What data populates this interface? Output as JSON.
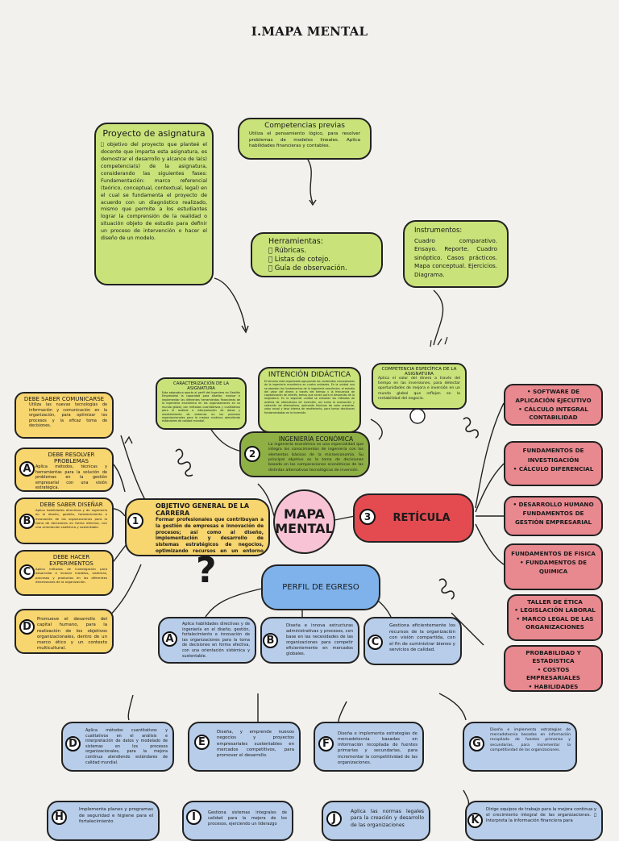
{
  "title": "I.MAPA MENTAL",
  "proyecto": {
    "title": "Proyecto de asignatura",
    "body": "\u0000 objetivo del proyecto que planteé el docente que imparta esta asignatura, es demostrar el desarrollo y alcance de la(s) competencia(s) de la asignatura, considerando las siguientes fases: Fundamentación: marco referencial (teórico, conceptual, contextual, legal) en el cual se fundamenta el proyecto de acuerdo con un diagnóstico realizado, mismo que permite a los estudiantes lograr la comprensión de la realidad o situación objeto de estudio para definir un proceso de intervención o hacer el diseño de un modelo."
  },
  "competencias": {
    "title": "Competencias previas",
    "body": "Utiliza el pensamiento lógico, para resolver problemas de modelos lineales. Aplica habilidades financieras y contables."
  },
  "herramientas": {
    "title": "Herramientas:",
    "items": [
      "\u0000 Rúbricas.",
      "\u0000 Listas de cotejo.",
      "\u0000 Guía de observación."
    ]
  },
  "instrumentos": {
    "title": "Instrumentos:",
    "body": "Cuadro comparativo. Ensayo. Reporte. Cuadro sinóptico. Casos prácticos. Mapa conceptual. Ejercicios. Diagrama."
  },
  "caracterizacion": {
    "title": "CARACTERIZACIÓN DE LA ASIGNATURA",
    "body": "Esta asignatura aporta al perfil del Ingeniero en Gestión Empresarial la capacidad para diseñar, innovar e implementar las diferentes herramientas financieras de la ingeniería económica en las organizaciones en su mundo global, con métodos cuantitativos y cualitativos para el análisis e interpretación de datos y modelamiento de sistemas en los procesos organizacionales para la mejora continua atendiendo estándares de calidad mundial."
  },
  "intencion": {
    "title": "INTENCIÓN DIDÁCTICA",
    "body": "El temario está organizado agrupando los contenidos conceptuales de la ingeniería económica en cuatro unidades. En la unidad uno se abordan los fundamentos de la ingeniería económica, el estudio del valor del dinero a través del tiempo y la frecuencia de capitalización de interés, temas que sirven para el desarrollo de la asignatura. En la segunda unidad se estudian los métodos de análisis de alternativas de inversión, así como la evaluación y selección de alternativas, aplicando técnicas de valor presente, valor anual y tasa interna de rendimiento, para tomar decisiones fundamentadas en la inversión."
  },
  "competencia_esp": {
    "title": "COMPETENCIA ESPECÍFICA DE LA ASIGNATURA",
    "body": "Aplica el valor del dinero a través del tiempo en las inversiones, para detectar oportunidades de mejora e inversión en un mundo global que reflejen en la rentabilidad del negocio."
  },
  "ingenieria": {
    "num": "2",
    "title": "INGENIERÍA ECONÓMICA",
    "body": "La ingeniería económica es una especialidad que integra los conocimientos de ingeniería con los elementos básicos de la microeconomía. Su principal objetivo es la toma de decisiones basada en las comparaciones económicas de las distintas alternativas tecnológicas de inversión."
  },
  "center": {
    "line1": "MAPA",
    "line2": "MENTAL"
  },
  "objetivo": {
    "num": "1",
    "title": "OBJETIVO GENERAL DE LA CARRERA",
    "body": "Formar profesionales que contribuyan a la gestión de empresas e innovación de procesos; así como al diseño, implementación y desarrollo de sistemas estratégicos de negocios, optimizando recursos en un entorno global, con ética y responsabilidad social."
  },
  "reticula": {
    "num": "3",
    "title": "RETÍCULA"
  },
  "perfil": {
    "title": "PERFIL DE EGRESO"
  },
  "question": "?",
  "left_boxes": [
    {
      "letter": "",
      "title": "DEBE SABER COMUNICARSE",
      "body": "Utiliza las nuevas tecnologías de información y comunicación en la organización, para optimizar los procesos y la eficaz toma de decisiones."
    },
    {
      "letter": "A",
      "title": "DEBE RESOLVER PROBLEMAS",
      "body": "Aplica métodos, técnicas y herramientas para la solución de problemas en la gestión empresarial con una visión estratégica."
    },
    {
      "letter": "B",
      "title": "DEBE SABER DISEÑAR",
      "body": "Aplica habilidades directivas y de ingeniería en el diseño, gestión, fortalecimiento e innovación de las organizaciones para la toma de decisiones en forma efectiva, con una orientación sistémica y sustentable."
    },
    {
      "letter": "C",
      "title": "DEBE HACER EXPERIMENTOS",
      "body": "Aplica métodos de investigación para desarrollar e innovar modelos, sistemas, procesos y productos en las diferentes dimensiones de la organización."
    },
    {
      "letter": "D",
      "title": "",
      "body": "Promueve el desarrollo del capital humano, para la realización de los objetivos organizacionales, dentro de un marco ético y un contexto multicultural."
    }
  ],
  "reticula_items": [
    [
      "SOFTWARE DE APLICACIÓN EJECUTIVO",
      "CÁLCULO INTEGRAL",
      "CONTABILIDAD"
    ],
    [
      "FUNDAMENTOS DE INVESTIGACIÓN",
      "CÁLCULO DIFERENCIAL"
    ],
    [
      "DESARROLLO HUMANO",
      "FUNDAMENTOS DE GESTIÓN EMPRESARIAL"
    ],
    [
      "FUNDAMENTOS DE FISICA",
      "FUNDAMENTOS DE QUIMICA"
    ],
    [
      "TALLER DE ÉTICA",
      "LEGISLACIÓN LABORAL",
      "MARCO LEGAL DE LAS ORGANIZACIONES"
    ],
    [
      "PROBABILIDAD Y ESTADISTICA",
      "COSTOS EMPRESARIALES",
      "HABILIDADES DIRECTIVAS"
    ]
  ],
  "perfil_items": [
    {
      "letter": "A",
      "body": "Aplica habilidades directivas y de ingeniería en el diseño, gestión, fortalecimiento e innovación de las organizaciones para la toma de decisiones en forma efectiva, con una orientación sistémica y sustentable."
    },
    {
      "letter": "B",
      "body": "Diseña e innova estructuras administrativas y procesos, con base en las necesidades de las organizaciones para competir eficientemente en mercados globales."
    },
    {
      "letter": "C",
      "body": "Gestiona eficientemente los recursos de la organización con visión compartida, con el fin de suministrar bienes y servicios de calidad."
    }
  ],
  "row3": [
    {
      "letter": "D",
      "body": "Aplica métodos cuantitativos y cualitativos en el análisis e interpretación de datos y modelado de sistemas en los procesos organizacionales, para la mejora continua atendiendo estándares de calidad mundial."
    },
    {
      "letter": "E",
      "body": "Diseña, y emprende nuevos negocios y proyectos empresariales sustentables en mercados competitivos, para promover el desarrollo."
    },
    {
      "letter": "F",
      "body": "Diseña e implementa estrategias de mercadotecnia basadas en información recopilada de fuentes primarias y secundarias, para incrementar la competitividad de las organizaciones."
    },
    {
      "letter": "G",
      "body": "Diseña e implementa estrategias de mercadotecnia basadas en información recopilada de fuentes primarias y secundarias, para incrementar la competitividad de las organizaciones."
    }
  ],
  "row4": [
    {
      "letter": "H",
      "body": "Implementa planes y programas de seguridad e higiene para el fortalecimiento"
    },
    {
      "letter": "I",
      "body": "Gestiona sistemas integrales de calidad para la mejora de los procesos, ejerciendo un liderazgo"
    },
    {
      "letter": "J",
      "body": "Aplica las normas legales para la creación y desarrollo de las organizaciones"
    },
    {
      "letter": "K",
      "body": "Dirige equipos de trabajo para la mejora continua y el crecimiento integral de las organizaciones. \u0000 Interpreta la información financiera para"
    }
  ]
}
